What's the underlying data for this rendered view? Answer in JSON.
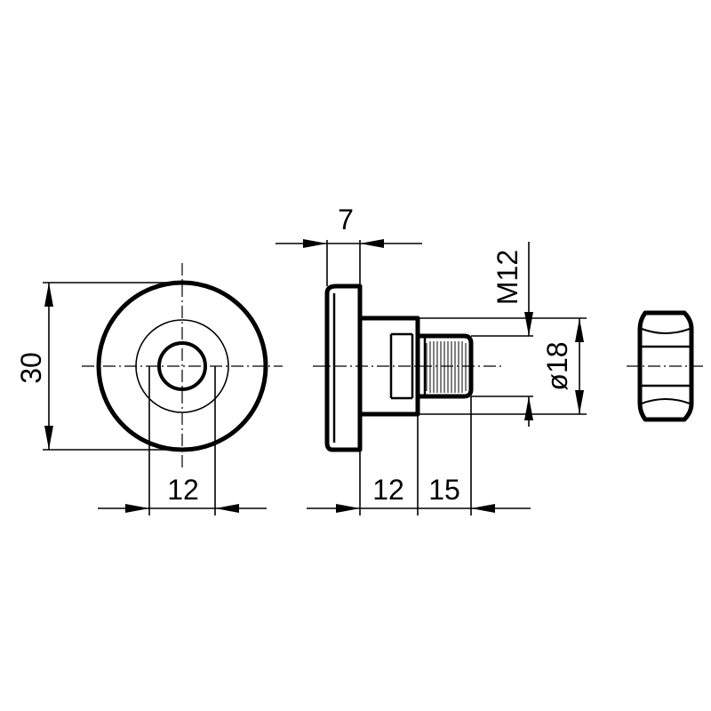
{
  "drawing": {
    "dimensions": {
      "front_diameter": "30",
      "front_hub_width": "12",
      "head_thickness": "7",
      "thread_size": "M12",
      "shoulder_diameter": "ø18",
      "shoulder_length": "12",
      "thread_length": "15"
    },
    "line_color": "#000000",
    "background": "#ffffff"
  }
}
